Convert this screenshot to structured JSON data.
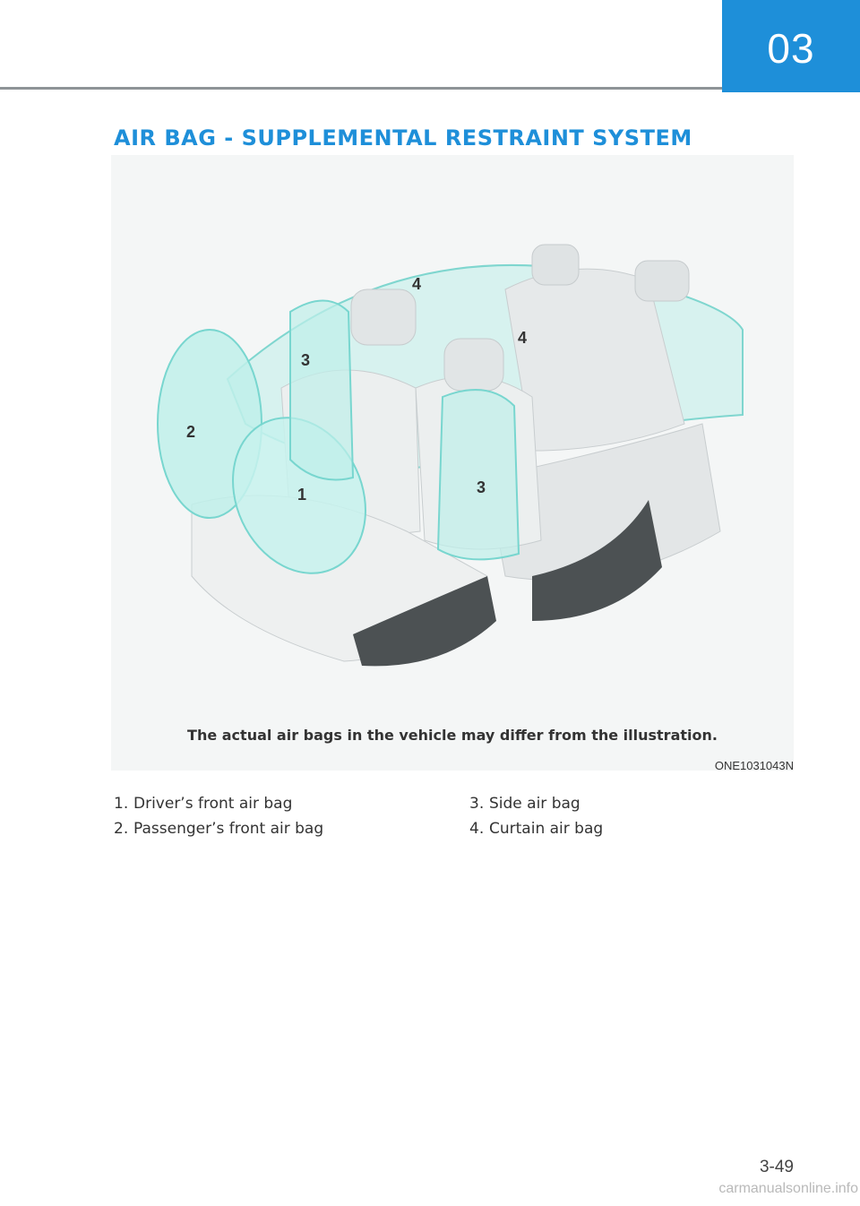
{
  "header": {
    "chapter": "03"
  },
  "section": {
    "title": "AIR BAG - SUPPLEMENTAL RESTRAINT SYSTEM"
  },
  "figure": {
    "callouts": [
      "4",
      "4",
      "3",
      "3",
      "2",
      "1"
    ],
    "caption": "The actual air bags in the vehicle may differ from the illustration.",
    "code": "ONE1031043N"
  },
  "legend": {
    "items": [
      {
        "num": "1.",
        "label": "Driver’s front air bag"
      },
      {
        "num": "2.",
        "label": "Passenger’s front air bag"
      },
      {
        "num": "3.",
        "label": "Side air bag"
      },
      {
        "num": "4.",
        "label": "Curtain air bag"
      }
    ]
  },
  "footer": {
    "page": "3-49",
    "watermark": "carmanualsonline.info"
  },
  "colors": {
    "accent": "#1e8fd9",
    "airbag": "#8fe3dc",
    "rule": "#8e9497"
  }
}
